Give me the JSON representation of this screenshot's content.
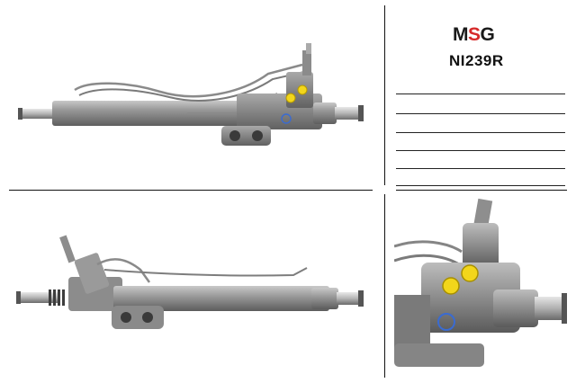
{
  "brand": {
    "logo_part1": "M",
    "logo_part2": "S",
    "logo_part3": "G",
    "colors": {
      "dark": "#1a1a1a",
      "accent": "#d62a2a"
    }
  },
  "product": {
    "part_number": "NI239R"
  },
  "notes": {
    "blank_line_count": 6
  },
  "images": [
    {
      "name": "steering-rack-top-view",
      "kind": "photo"
    },
    {
      "name": "steering-rack-rear-view",
      "kind": "photo"
    },
    {
      "name": "steering-rack-valve-closeup",
      "kind": "photo"
    }
  ]
}
